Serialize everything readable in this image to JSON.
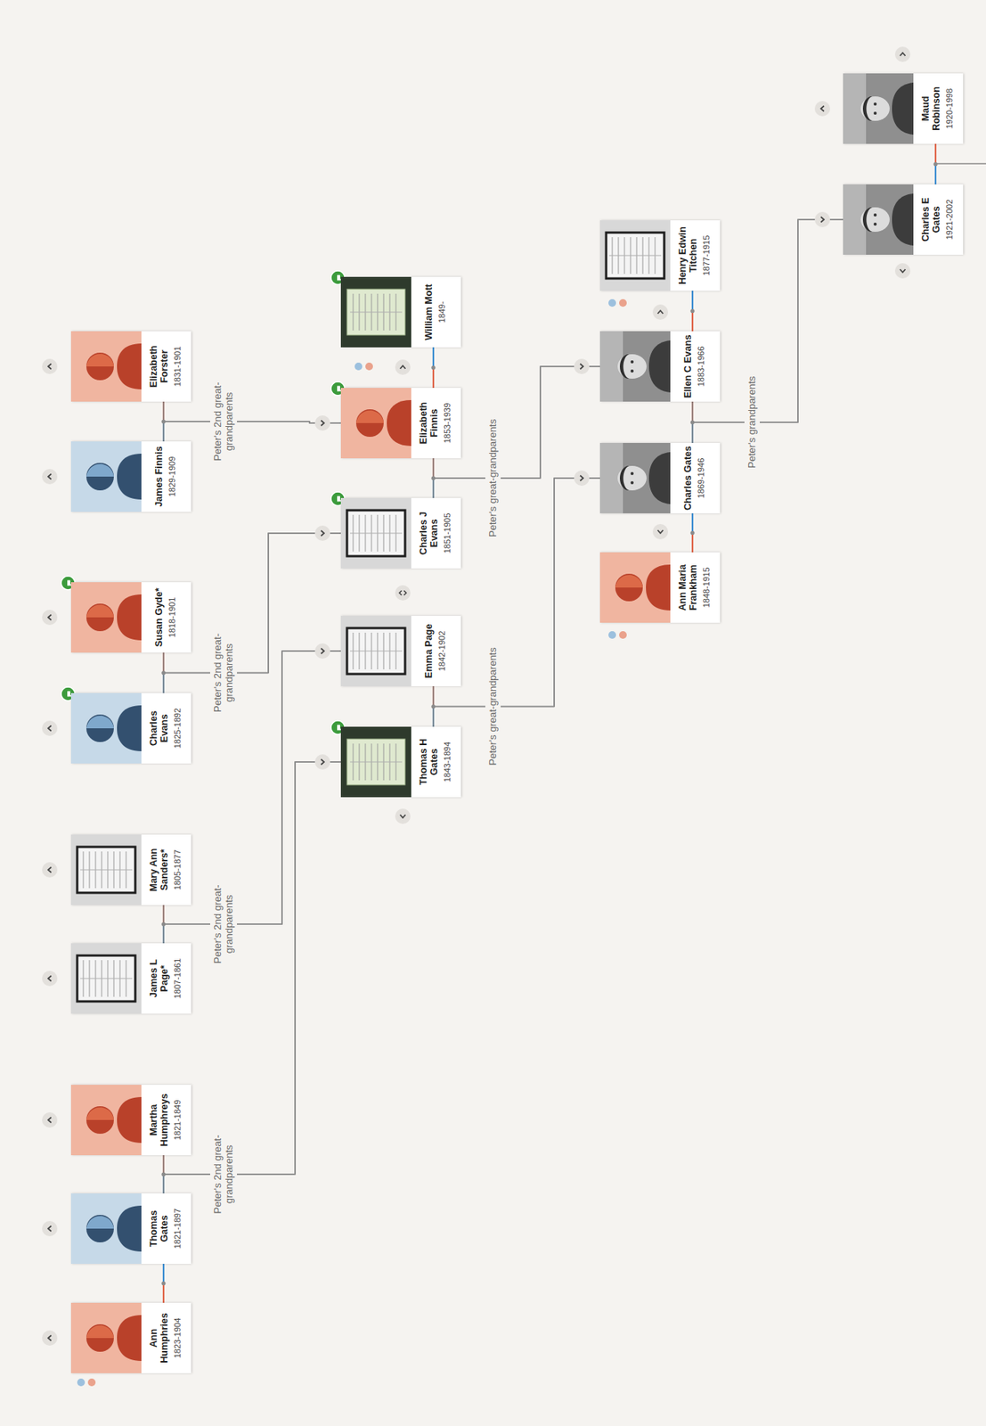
{
  "diagram": {
    "nodes": [
      {
        "text": [
          "Ann Humphries",
          "1823-1904"
        ]
      },
      {
        "text": [
          "Thomas Gates",
          "1821-1897"
        ]
      },
      {
        "text": [
          "Martha Humphreys",
          "1821-1849"
        ]
      },
      {
        "text": [
          "James L Page*",
          "1807-1861"
        ]
      },
      {
        "text": [
          "Mary Ann Sanders*",
          "1805-1877"
        ]
      },
      {
        "text": [
          "Charles Evans",
          "1825-1892"
        ]
      },
      {
        "text": [
          "Susan Gyde*",
          "1818-1901"
        ]
      },
      {
        "text": [
          "James Finnis",
          "1829-1909"
        ]
      },
      {
        "text": [
          "Elizabeth Forster",
          "1831-1901"
        ]
      },
      {
        "text": [
          "Thomas H Gates",
          "1843-1894"
        ]
      },
      {
        "text": [
          "Emma Page",
          "1842-1902"
        ]
      },
      {
        "text": [
          "Charles J Evans",
          "1851-1905"
        ]
      },
      {
        "text": [
          "Elizabeth Finnis",
          "1853-1939"
        ]
      },
      {
        "text": [
          "William Mott",
          "1849-"
        ]
      },
      {
        "text": [
          "Ann Maria Frankham",
          "1848-1915"
        ]
      },
      {
        "text": [
          "Charles Gates",
          "1869-1946"
        ]
      },
      {
        "text": [
          "Ellen C Evans",
          "1883-1966"
        ]
      },
      {
        "text": [
          "Henry Edwin Titchen",
          "1877-1915"
        ]
      },
      {
        "text": [
          "Charles E Gates",
          "1921-2002"
        ]
      },
      {
        "text": [
          "Maud Robinson",
          "1920-1998"
        ]
      }
    ],
    "edges": [
      {
        "from": 0,
        "to": 1,
        "arrow": "none"
      },
      {
        "from": 1,
        "to": 2,
        "arrow": "none"
      },
      {
        "from": 3,
        "to": 4,
        "arrow": "none"
      },
      {
        "from": 5,
        "to": 6,
        "arrow": "none"
      },
      {
        "from": 7,
        "to": 8,
        "arrow": "none"
      },
      {
        "from": 9,
        "to": 10,
        "arrow": "none"
      },
      {
        "from": 11,
        "to": 12,
        "arrow": "none"
      },
      {
        "from": 12,
        "to": 13,
        "arrow": "none"
      },
      {
        "from": 14,
        "to": 15,
        "arrow": "none"
      },
      {
        "from": 15,
        "to": 16,
        "arrow": "none"
      },
      {
        "from": 16,
        "to": 17,
        "arrow": "none"
      },
      {
        "from": 18,
        "to": 19,
        "arrow": "none"
      },
      {
        "from": 1,
        "to": 9,
        "label": "Peter's 2nd great-grandparents",
        "arrow": "none"
      },
      {
        "from": 2,
        "to": 9,
        "arrow": "none"
      },
      {
        "from": 3,
        "to": 10,
        "label": "Peter's 2nd great-grandparents",
        "arrow": "none"
      },
      {
        "from": 4,
        "to": 10,
        "arrow": "none"
      },
      {
        "from": 5,
        "to": 11,
        "label": "Peter's 2nd great-grandparents",
        "arrow": "none"
      },
      {
        "from": 6,
        "to": 11,
        "arrow": "none"
      },
      {
        "from": 7,
        "to": 12,
        "label": "Peter's 2nd great-grandparents",
        "arrow": "none"
      },
      {
        "from": 8,
        "to": 12,
        "arrow": "none"
      },
      {
        "from": 9,
        "to": 15,
        "label": "Peter's great-grandparents",
        "arrow": "none"
      },
      {
        "from": 10,
        "to": 15,
        "arrow": "none"
      },
      {
        "from": 11,
        "to": 16,
        "label": "Peter's great-grandparents",
        "arrow": "none"
      },
      {
        "from": 12,
        "to": 16,
        "arrow": "none"
      },
      {
        "from": 15,
        "to": 18,
        "label": "Peter's grandparents",
        "arrow": "none"
      },
      {
        "from": 16,
        "to": 18,
        "arrow": "none"
      }
    ]
  }
}
